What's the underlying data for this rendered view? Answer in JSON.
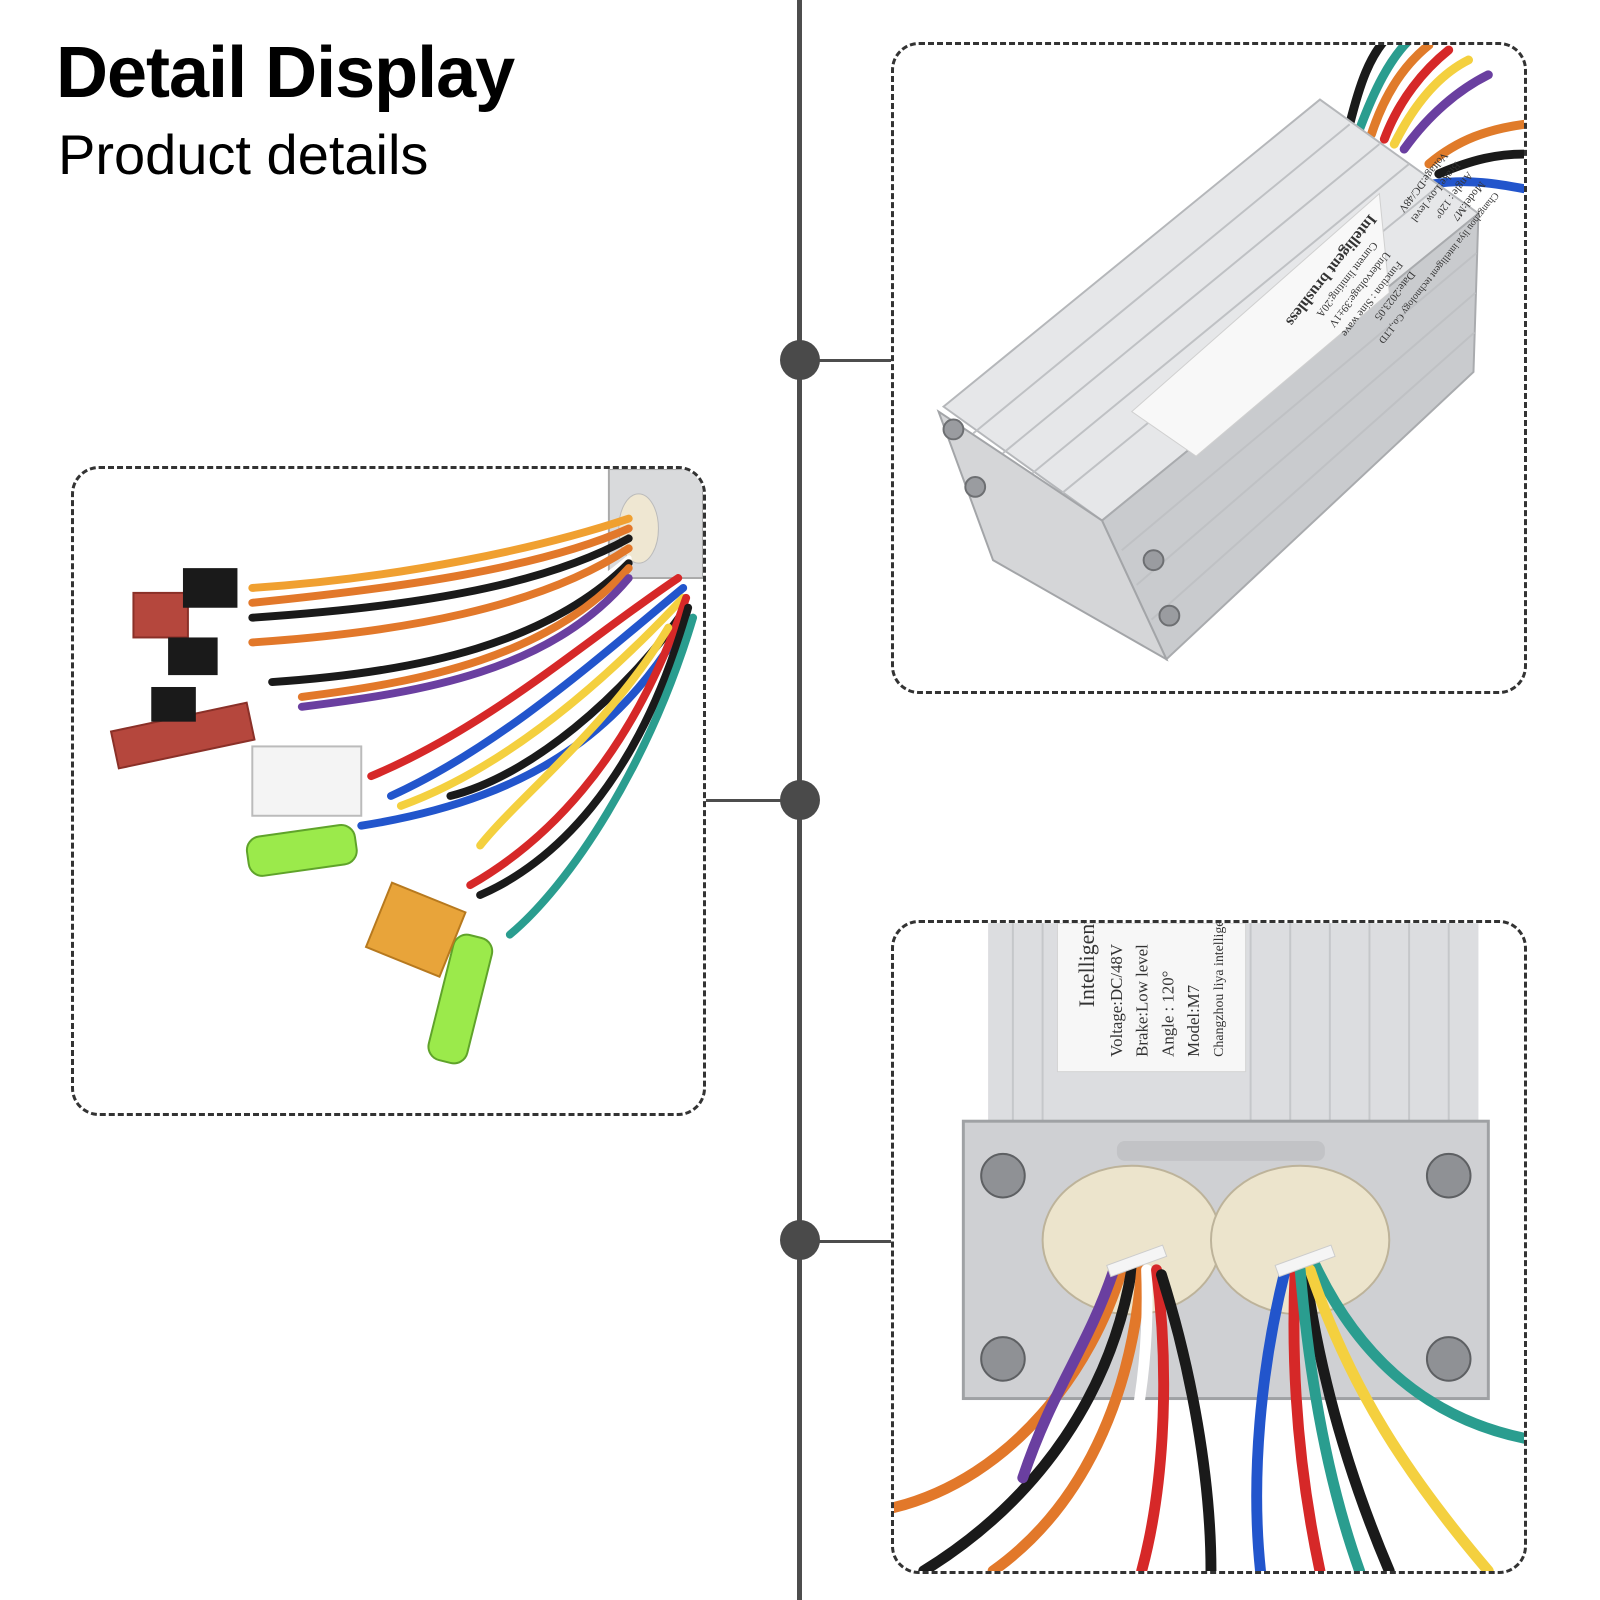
{
  "header": {
    "title": "Detail Display",
    "subtitle": "Product details"
  },
  "label_top": {
    "line1": "Intelligent brushless",
    "line2": "Voltage:DC/48V",
    "line3": "Brake:Low level",
    "line4": "Angle : 120°",
    "line5": "Model:M7",
    "line6": "Current limiting:20A",
    "line7": "Undervoltage:39±1V",
    "line8": "Function : Sine wave",
    "line9": "Date:2023.05",
    "line10": "Changzhou liya intelligent technology Co.,LTD"
  },
  "label_bottom": {
    "line1": "Intelligent br",
    "line2": "Voltage:DC/48V",
    "line3": "Brake:Low level",
    "line4": "Angle : 120°",
    "line5": "Model:M7",
    "line6": "Changzhou liya intelligent"
  },
  "colors": {
    "line": "#4d4d4d",
    "dashed_border": "#333333",
    "aluminum": "#d9dadc",
    "connector_red": "#b5473d",
    "connector_yellow": "#e8a43a",
    "connector_green": "#9bea4b"
  }
}
